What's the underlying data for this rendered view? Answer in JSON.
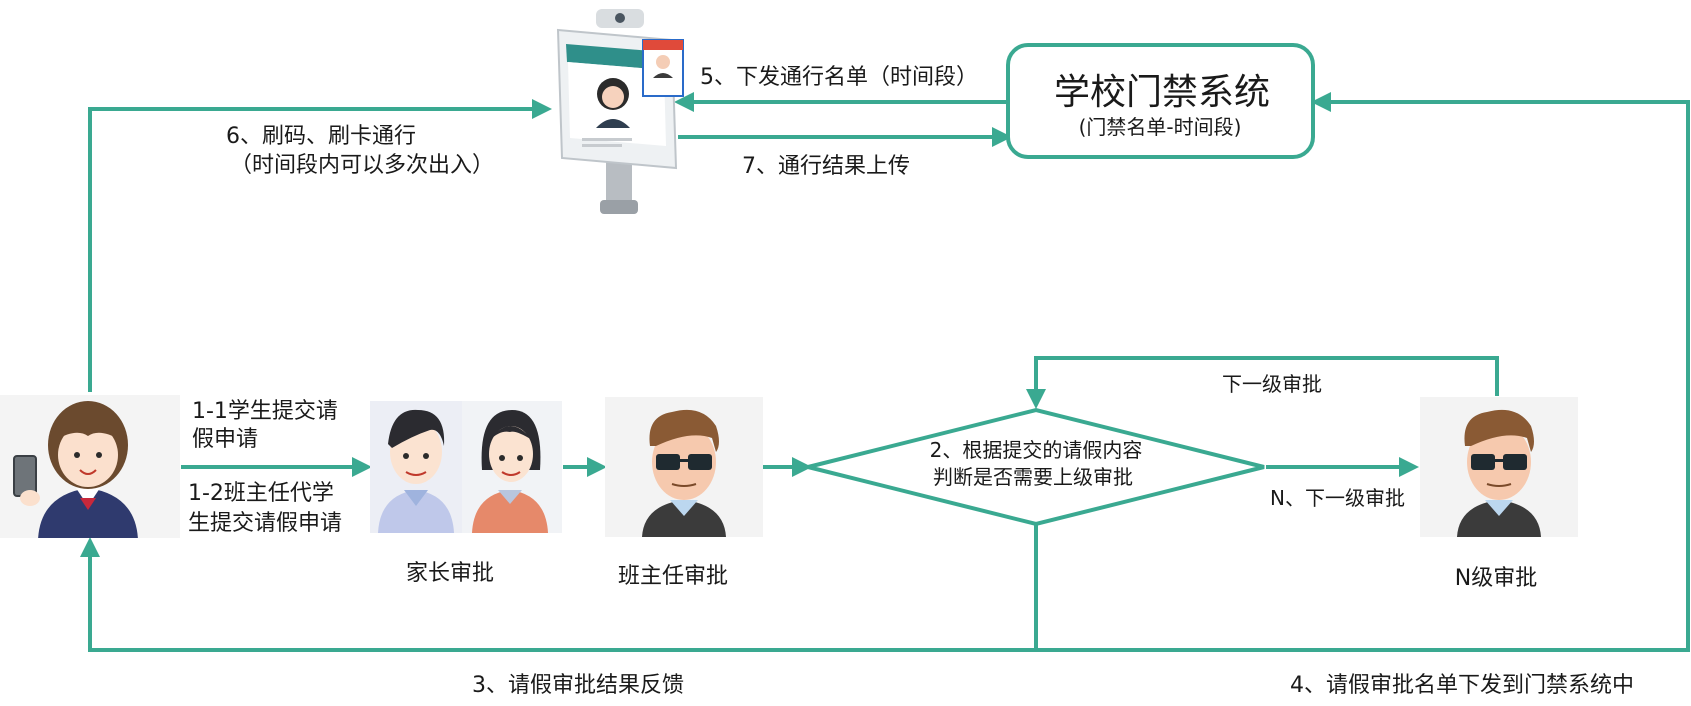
{
  "colors": {
    "line": "#3aa991",
    "text": "#1a1a1a"
  },
  "system_box": {
    "title": "学校门禁系统",
    "subtitle": "(门禁名单-时间段)"
  },
  "edges": {
    "e5": "5、下发通行名单（时间段）",
    "e7": "7、通行结果上传",
    "e6_line1": "6、刷码、刷卡通行",
    "e6_line2": "（时间段内可以多次出入）",
    "e1_1_line1": "1-1学生提交请",
    "e1_1_line2": "假申请",
    "e1_2_line1": "1-2班主任代学",
    "e1_2_line2": "生提交请假申请",
    "next_level": "下一级审批",
    "n_next_level": "N、下一级审批",
    "e3": "3、请假审批结果反馈",
    "e4": "4、请假审批名单下发到门禁系统中"
  },
  "decision": {
    "line1": "2、根据提交的请假内容",
    "line2": "判断是否需要上级审批"
  },
  "nodes": {
    "parent_label": "家长审批",
    "teacher_label": "班主任审批",
    "n_level_label": "N级审批"
  },
  "icons": {
    "student": "student-with-phone-icon",
    "parents": "parents-icon",
    "teacher": "teacher-with-glasses-icon",
    "n_level": "approver-with-glasses-icon",
    "terminal": "face-recognition-terminal-icon"
  }
}
